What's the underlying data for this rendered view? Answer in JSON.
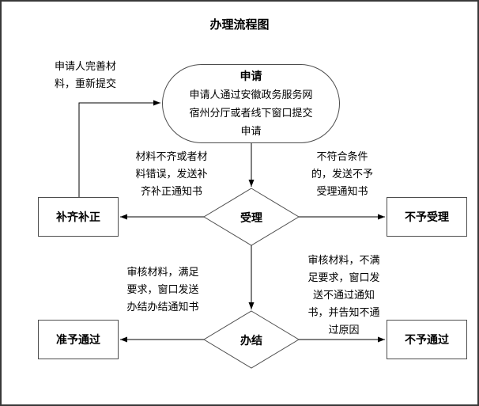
{
  "title": "办理流程图",
  "colors": {
    "background": "#ffffff",
    "outer_border": "#383838",
    "shape_stroke": "#4d4d4d",
    "arrow": "#000000",
    "text": "#000000"
  },
  "nodes": {
    "apply": {
      "title": "申请",
      "body": "申请人通过安徽政务服务网宿州分厅或者线下窗口提交申请",
      "body_lines": [
        "申请人通过安徽政务服务网",
        "宿州分厅或者线下窗口提交",
        "申请"
      ]
    },
    "accept": {
      "label": "受理"
    },
    "supplement": {
      "label": "补齐补正"
    },
    "reject": {
      "label": "不予受理"
    },
    "complete": {
      "label": "办结"
    },
    "approve": {
      "label": "准予通过"
    },
    "deny": {
      "label": "不予通过"
    }
  },
  "edge_labels": {
    "resubmit": {
      "text": "申请人完善材料，重新提交",
      "lines": [
        "申请人完善材",
        "料，重新提交"
      ]
    },
    "incomplete": {
      "text": "材料不齐或者材料错误，发送补齐补正通知书",
      "lines": [
        "材料不齐或者材",
        "料错误，发送补",
        "齐补正通知书"
      ]
    },
    "not_qualified": {
      "text": "不符合条件的，发送不予受理通知书",
      "lines": [
        "不符合条件",
        "的，发送不予",
        "受理通知书"
      ]
    },
    "pass": {
      "text": "审核材料，满足要求，窗口发送办结办结通知书",
      "lines": [
        "审核材料，满足",
        "要求，窗口发送",
        "办结办结通知书"
      ]
    },
    "fail": {
      "text": "审核材料，不满足要求，窗口发送不通过通知书，并告知不通过原因",
      "lines": [
        "审核材料，不满",
        "足要求，窗口发",
        "送不通过通知",
        "书，并告知不通",
        "过原因"
      ]
    }
  }
}
